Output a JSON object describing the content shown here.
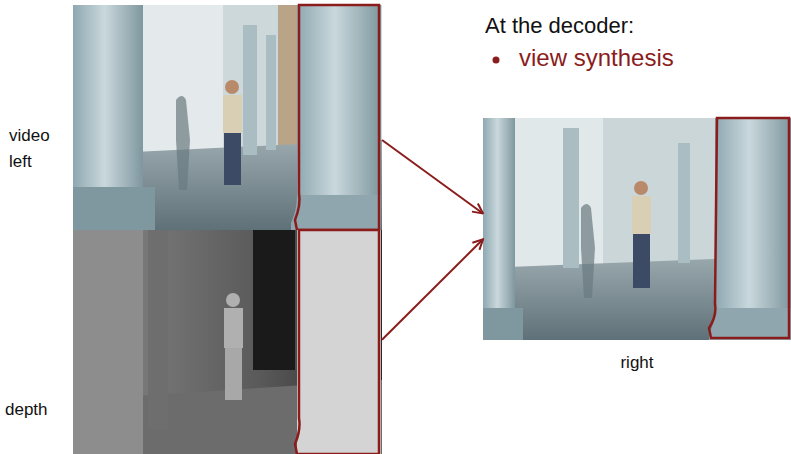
{
  "diagram": {
    "title": "At the decoder:",
    "nodes": [
      {
        "text": [
          "video left"
        ]
      },
      {
        "text": [
          "depth"
        ]
      },
      {
        "text": [
          "right"
        ]
      }
    ],
    "edges": [
      {
        "from": 0,
        "to": 2,
        "arrow": "to"
      },
      {
        "from": 1,
        "to": 2,
        "arrow": "to"
      }
    ],
    "labels": [
      "view synthesis"
    ]
  }
}
